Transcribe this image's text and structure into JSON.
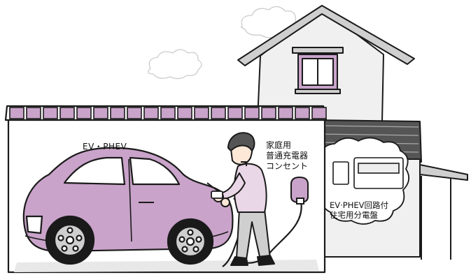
{
  "labels": {
    "ev_phev": "EV・PHEV",
    "outlet_line1": "家庭用",
    "outlet_line2": "普通充電器",
    "outlet_line3": "コンセント",
    "panel_line1": "EV·PHEV回路付",
    "panel_line2": "住宅用分電盤"
  },
  "colors": {
    "outline": "#1a1a1a",
    "car_body": "#c9a3c9",
    "roof_tiles": "#c9a3c9",
    "window_frame": "#c9a3c9",
    "ground_shade": "#e8e8e8",
    "shirt": "#e9d6e6",
    "skin": "#fde8d8",
    "gray_fill": "#cfcfcf"
  }
}
